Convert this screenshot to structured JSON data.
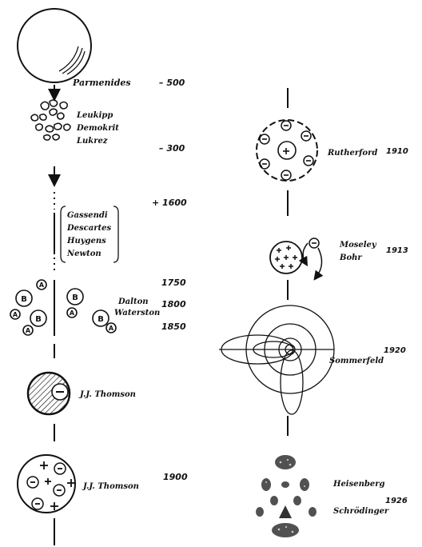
{
  "left_column": {
    "parmenides": {
      "name": "Parmenides",
      "year": "– 500"
    },
    "atomists": {
      "names": [
        "Leukipp",
        "Demokrit",
        "Lukrez"
      ],
      "year": "– 300"
    },
    "mechanists": {
      "names": [
        "Gassendi",
        "Descartes",
        "Huygens",
        "Newton"
      ],
      "year": "+ 1600"
    },
    "chemists": {
      "names": [
        "Dalton",
        "Waterston"
      ],
      "years": [
        "1750",
        "1800",
        "1850"
      ],
      "atom_letters": [
        "A",
        "B"
      ]
    },
    "thomson_1": {
      "name": "J.J. Thomson"
    },
    "thomson_2": {
      "name": "J.J. Thomson",
      "year": "1900"
    }
  },
  "right_column": {
    "rutherford": {
      "name": "Rutherford",
      "year": "1910"
    },
    "moseley_bohr": {
      "names": [
        "Moseley",
        "Bohr"
      ],
      "year": "1913"
    },
    "sommerfeld": {
      "name": "Sommerfeld",
      "year": "1920"
    },
    "quantum": {
      "names": [
        "Heisenberg",
        "Schrödinger"
      ],
      "year": "1926"
    }
  }
}
